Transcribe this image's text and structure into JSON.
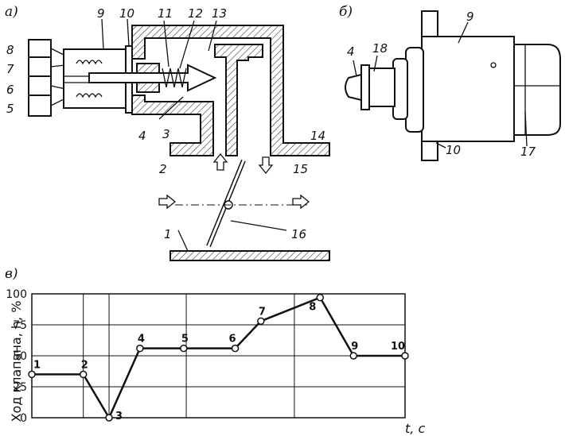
{
  "figure": {
    "panel_a": "а)",
    "panel_b": "б)",
    "panel_c": "в)",
    "labels_a": [
      "1",
      "2",
      "3",
      "4",
      "5",
      "6",
      "7",
      "8",
      "9",
      "10",
      "11",
      "12",
      "13",
      "14",
      "15",
      "16"
    ],
    "labels_b": [
      "4",
      "18",
      "9",
      "10",
      "17"
    ]
  },
  "chart_data": {
    "type": "line",
    "ylabel": "Ход клапана, h, %",
    "xlabel": "t, с",
    "ylim": [
      0,
      100
    ],
    "yticks": [
      "0",
      "25",
      "50",
      "75",
      "100"
    ],
    "grid": true,
    "points": [
      {
        "label": "1",
        "x": 0,
        "y": 35
      },
      {
        "label": "2",
        "x": 2,
        "y": 35
      },
      {
        "label": "3",
        "x": 3,
        "y": 0
      },
      {
        "label": "4",
        "x": 4.2,
        "y": 56
      },
      {
        "label": "5",
        "x": 5.9,
        "y": 56
      },
      {
        "label": "6",
        "x": 7.9,
        "y": 56
      },
      {
        "label": "7",
        "x": 8.9,
        "y": 78
      },
      {
        "label": "8",
        "x": 11.2,
        "y": 97
      },
      {
        "label": "9",
        "x": 12.5,
        "y": 50
      },
      {
        "label": "10",
        "x": 14.5,
        "y": 50
      }
    ],
    "xlim": [
      0,
      14.5
    ],
    "vgrid": [
      2,
      3,
      6,
      10.2,
      14.5
    ]
  }
}
